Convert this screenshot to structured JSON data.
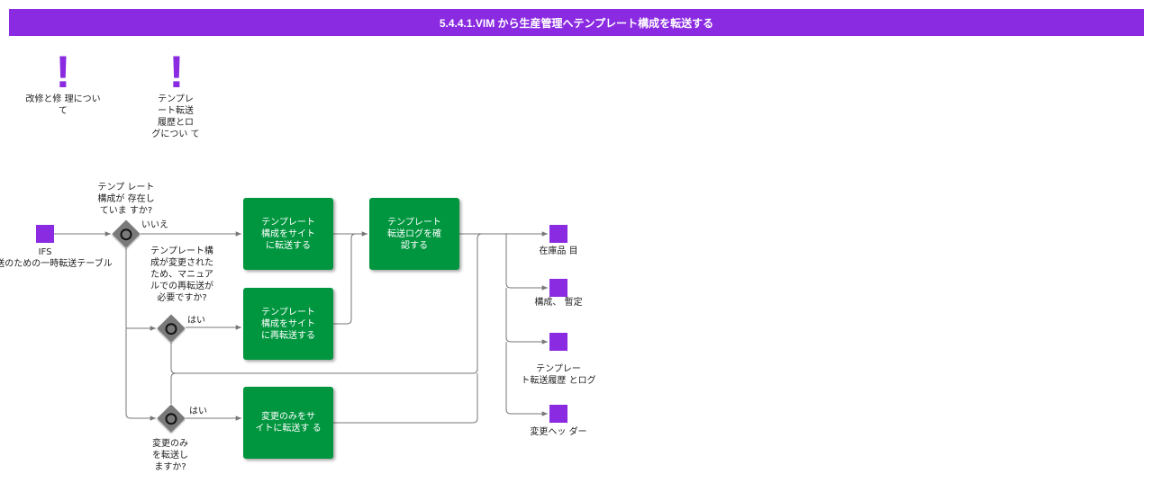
{
  "colors": {
    "header_bg": "#8a2be2",
    "accent": "#8a2be2",
    "task_bg": "#00963f",
    "flow": "#777777"
  },
  "header": {
    "title": "5.4.4.1.VIM から生産管理へテンプレート構成を転送する"
  },
  "notes": [
    {
      "label": "改修と修 理につい\nて",
      "icon": "exclamation-icon"
    },
    {
      "label": "テンプレ\nート転送\n履歴とロ\nグについ て",
      "icon": "exclamation-icon"
    }
  ],
  "start": {
    "label": "IFS\nの転送のための一時転送テーブル"
  },
  "gateways": {
    "exists": {
      "question": "テンプ レート\n構成が 存在し\nていま すか?",
      "no_label": "いいえ"
    },
    "resend": {
      "question": "テンプレート構\n成が変更された\nため、マニュア\nルでの再転送が\n必要ですか?",
      "yes_label": "はい"
    },
    "changes_only": {
      "question": "変更のみ\nを転送し\nますか?",
      "yes_label": "はい"
    }
  },
  "tasks": {
    "transfer": "テンプレート\n構成をサイト\nに転送する",
    "check_log": "テンプレート\n転送ログを確\n認する",
    "retransfer": "テンプレート\n構成をサイト\nに再転送する",
    "transfer_changes": "変更のみをサ\nイトに転送す る"
  },
  "outputs": [
    "在庫品 目",
    "構成、 暫定",
    "テンプレー\nト転送履歴 とログ",
    "変更ヘッ ダー"
  ]
}
